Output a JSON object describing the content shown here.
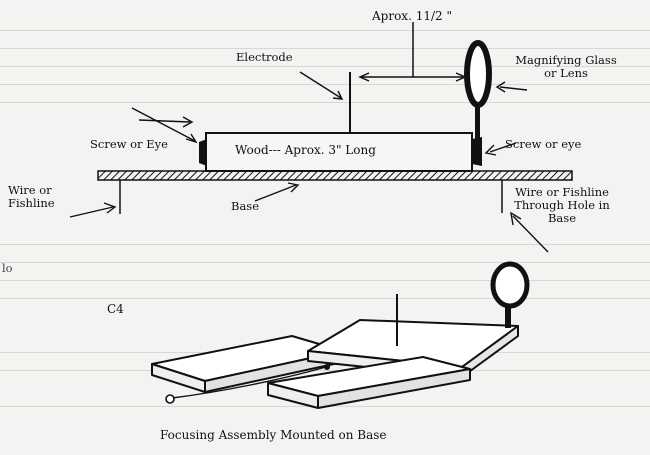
{
  "labels": {
    "aprox_distance": "Aprox. 11/2 \"",
    "electrode": "Electrode",
    "magnifying_glass_line1": "Magnifying Glass",
    "magnifying_glass_line2": "or Lens",
    "screw_or_eye_left": "Screw or Eye",
    "wood": "Wood--- Aprox. 3\" Long",
    "screw_or_eye_right": "Screw or eye",
    "wire_left_line1": "Wire or",
    "wire_left_line2": "Fishline",
    "base": "Base",
    "wire_right_line1": "Wire or Fishline",
    "wire_right_line2": "Through Hole in",
    "wire_right_line3": "Base",
    "figure_id": "C4",
    "caption": "Focusing Assembly Mounted on Base",
    "margin_mark": "lo"
  },
  "colors": {
    "ink": "#111111",
    "paper": "#f4f3f1",
    "faint_text": "#d9d7d4"
  }
}
